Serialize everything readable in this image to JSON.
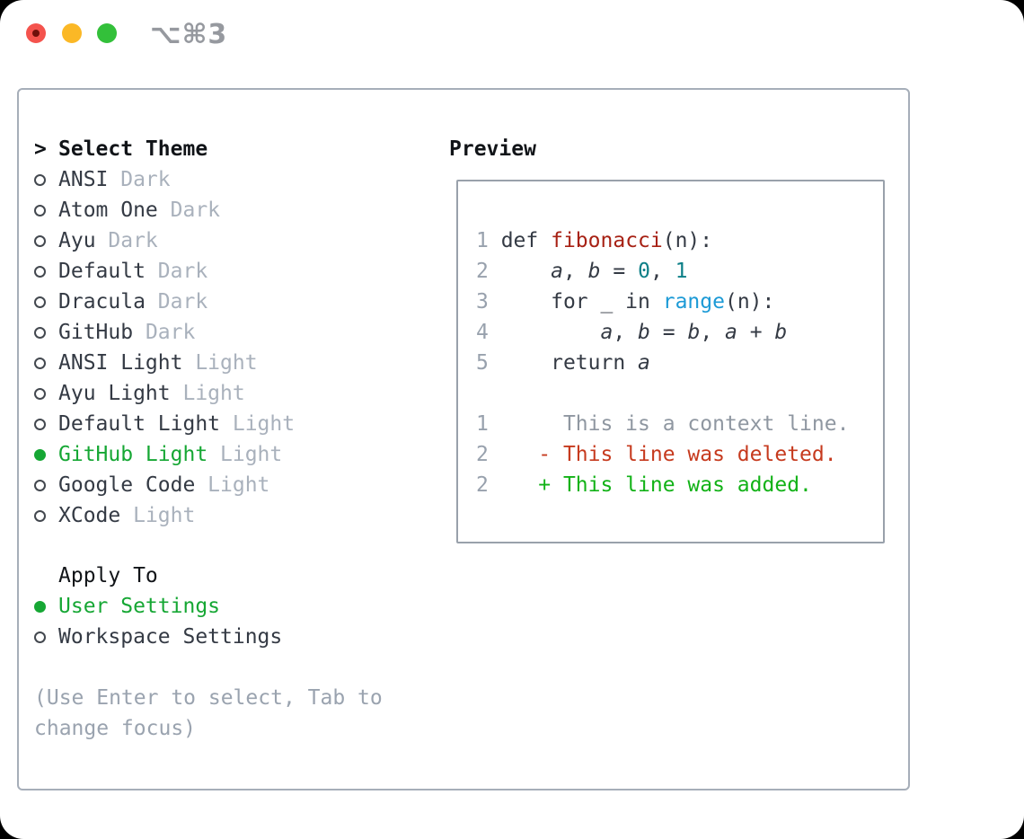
{
  "window": {
    "title": "⌥⌘3"
  },
  "colors": {
    "selection_green": "#16a734",
    "added_green": "#12b217",
    "deleted_red": "#c63a1e",
    "function_red": "#a72114",
    "number_teal": "#0c7f87",
    "builtin_blue": "#1c9ad6",
    "code_plain": "#343a44",
    "lineno_gray": "#98a1ad",
    "context_gray": "#8f97a1",
    "muted_gray": "#a9b1bc",
    "panel_border": "#a6aeb9",
    "traffic_red": "#f4534d",
    "traffic_yellow": "#fbb826",
    "traffic_green": "#33c03a"
  },
  "theme_panel": {
    "header": {
      "prefix": ">",
      "label": "Select Theme"
    },
    "themes": [
      {
        "name": "ANSI",
        "variant": "Dark",
        "selected": false
      },
      {
        "name": "Atom One",
        "variant": "Dark",
        "selected": false
      },
      {
        "name": "Ayu",
        "variant": "Dark",
        "selected": false
      },
      {
        "name": "Default",
        "variant": "Dark",
        "selected": false
      },
      {
        "name": "Dracula",
        "variant": "Dark",
        "selected": false
      },
      {
        "name": "GitHub",
        "variant": "Dark",
        "selected": false
      },
      {
        "name": "ANSI Light",
        "variant": "Light",
        "selected": false
      },
      {
        "name": "Ayu Light",
        "variant": "Light",
        "selected": false
      },
      {
        "name": "Default Light",
        "variant": "Light",
        "selected": false
      },
      {
        "name": "GitHub Light",
        "variant": "Light",
        "selected": true
      },
      {
        "name": "Google Code",
        "variant": "Light",
        "selected": false
      },
      {
        "name": "XCode",
        "variant": "Light",
        "selected": false
      }
    ],
    "apply_to": {
      "label": "Apply To",
      "options": [
        {
          "name": "User Settings",
          "selected": true
        },
        {
          "name": "Workspace Settings",
          "selected": false
        }
      ]
    },
    "hint": "(Use Enter to select, Tab to change focus)"
  },
  "preview": {
    "label": "Preview",
    "lines": [
      {
        "segments": [
          {
            "t": "1",
            "s": "lineno"
          },
          {
            "t": " def ",
            "s": "code"
          },
          {
            "t": "fibonacci",
            "s": "fn"
          },
          {
            "t": "(n):",
            "s": "code"
          }
        ]
      },
      {
        "segments": [
          {
            "t": "2",
            "s": "lineno"
          },
          {
            "t": "     ",
            "s": "code"
          },
          {
            "t": "a",
            "s": "var"
          },
          {
            "t": ", ",
            "s": "code"
          },
          {
            "t": "b",
            "s": "var"
          },
          {
            "t": " = ",
            "s": "code"
          },
          {
            "t": "0",
            "s": "num"
          },
          {
            "t": ", ",
            "s": "code"
          },
          {
            "t": "1",
            "s": "num"
          }
        ]
      },
      {
        "segments": [
          {
            "t": "3",
            "s": "lineno"
          },
          {
            "t": "     for _ in ",
            "s": "code"
          },
          {
            "t": "range",
            "s": "blue"
          },
          {
            "t": "(n):",
            "s": "code"
          }
        ]
      },
      {
        "segments": [
          {
            "t": "4",
            "s": "lineno"
          },
          {
            "t": "         ",
            "s": "code"
          },
          {
            "t": "a",
            "s": "var"
          },
          {
            "t": ", ",
            "s": "code"
          },
          {
            "t": "b",
            "s": "var"
          },
          {
            "t": " = ",
            "s": "code"
          },
          {
            "t": "b",
            "s": "var"
          },
          {
            "t": ", ",
            "s": "code"
          },
          {
            "t": "a",
            "s": "var"
          },
          {
            "t": " + ",
            "s": "code"
          },
          {
            "t": "b",
            "s": "var"
          }
        ]
      },
      {
        "segments": [
          {
            "t": "5",
            "s": "lineno"
          },
          {
            "t": "     return ",
            "s": "code"
          },
          {
            "t": "a",
            "s": "var"
          }
        ]
      },
      {
        "segments": []
      },
      {
        "segments": [
          {
            "t": "1",
            "s": "lineno"
          },
          {
            "t": "      This is a context line.",
            "s": "ctx"
          }
        ]
      },
      {
        "segments": [
          {
            "t": "2",
            "s": "lineno"
          },
          {
            "t": "    - This line was deleted.",
            "s": "del"
          }
        ]
      },
      {
        "segments": [
          {
            "t": "2",
            "s": "lineno"
          },
          {
            "t": "    + This line was added.",
            "s": "add"
          }
        ]
      }
    ]
  }
}
